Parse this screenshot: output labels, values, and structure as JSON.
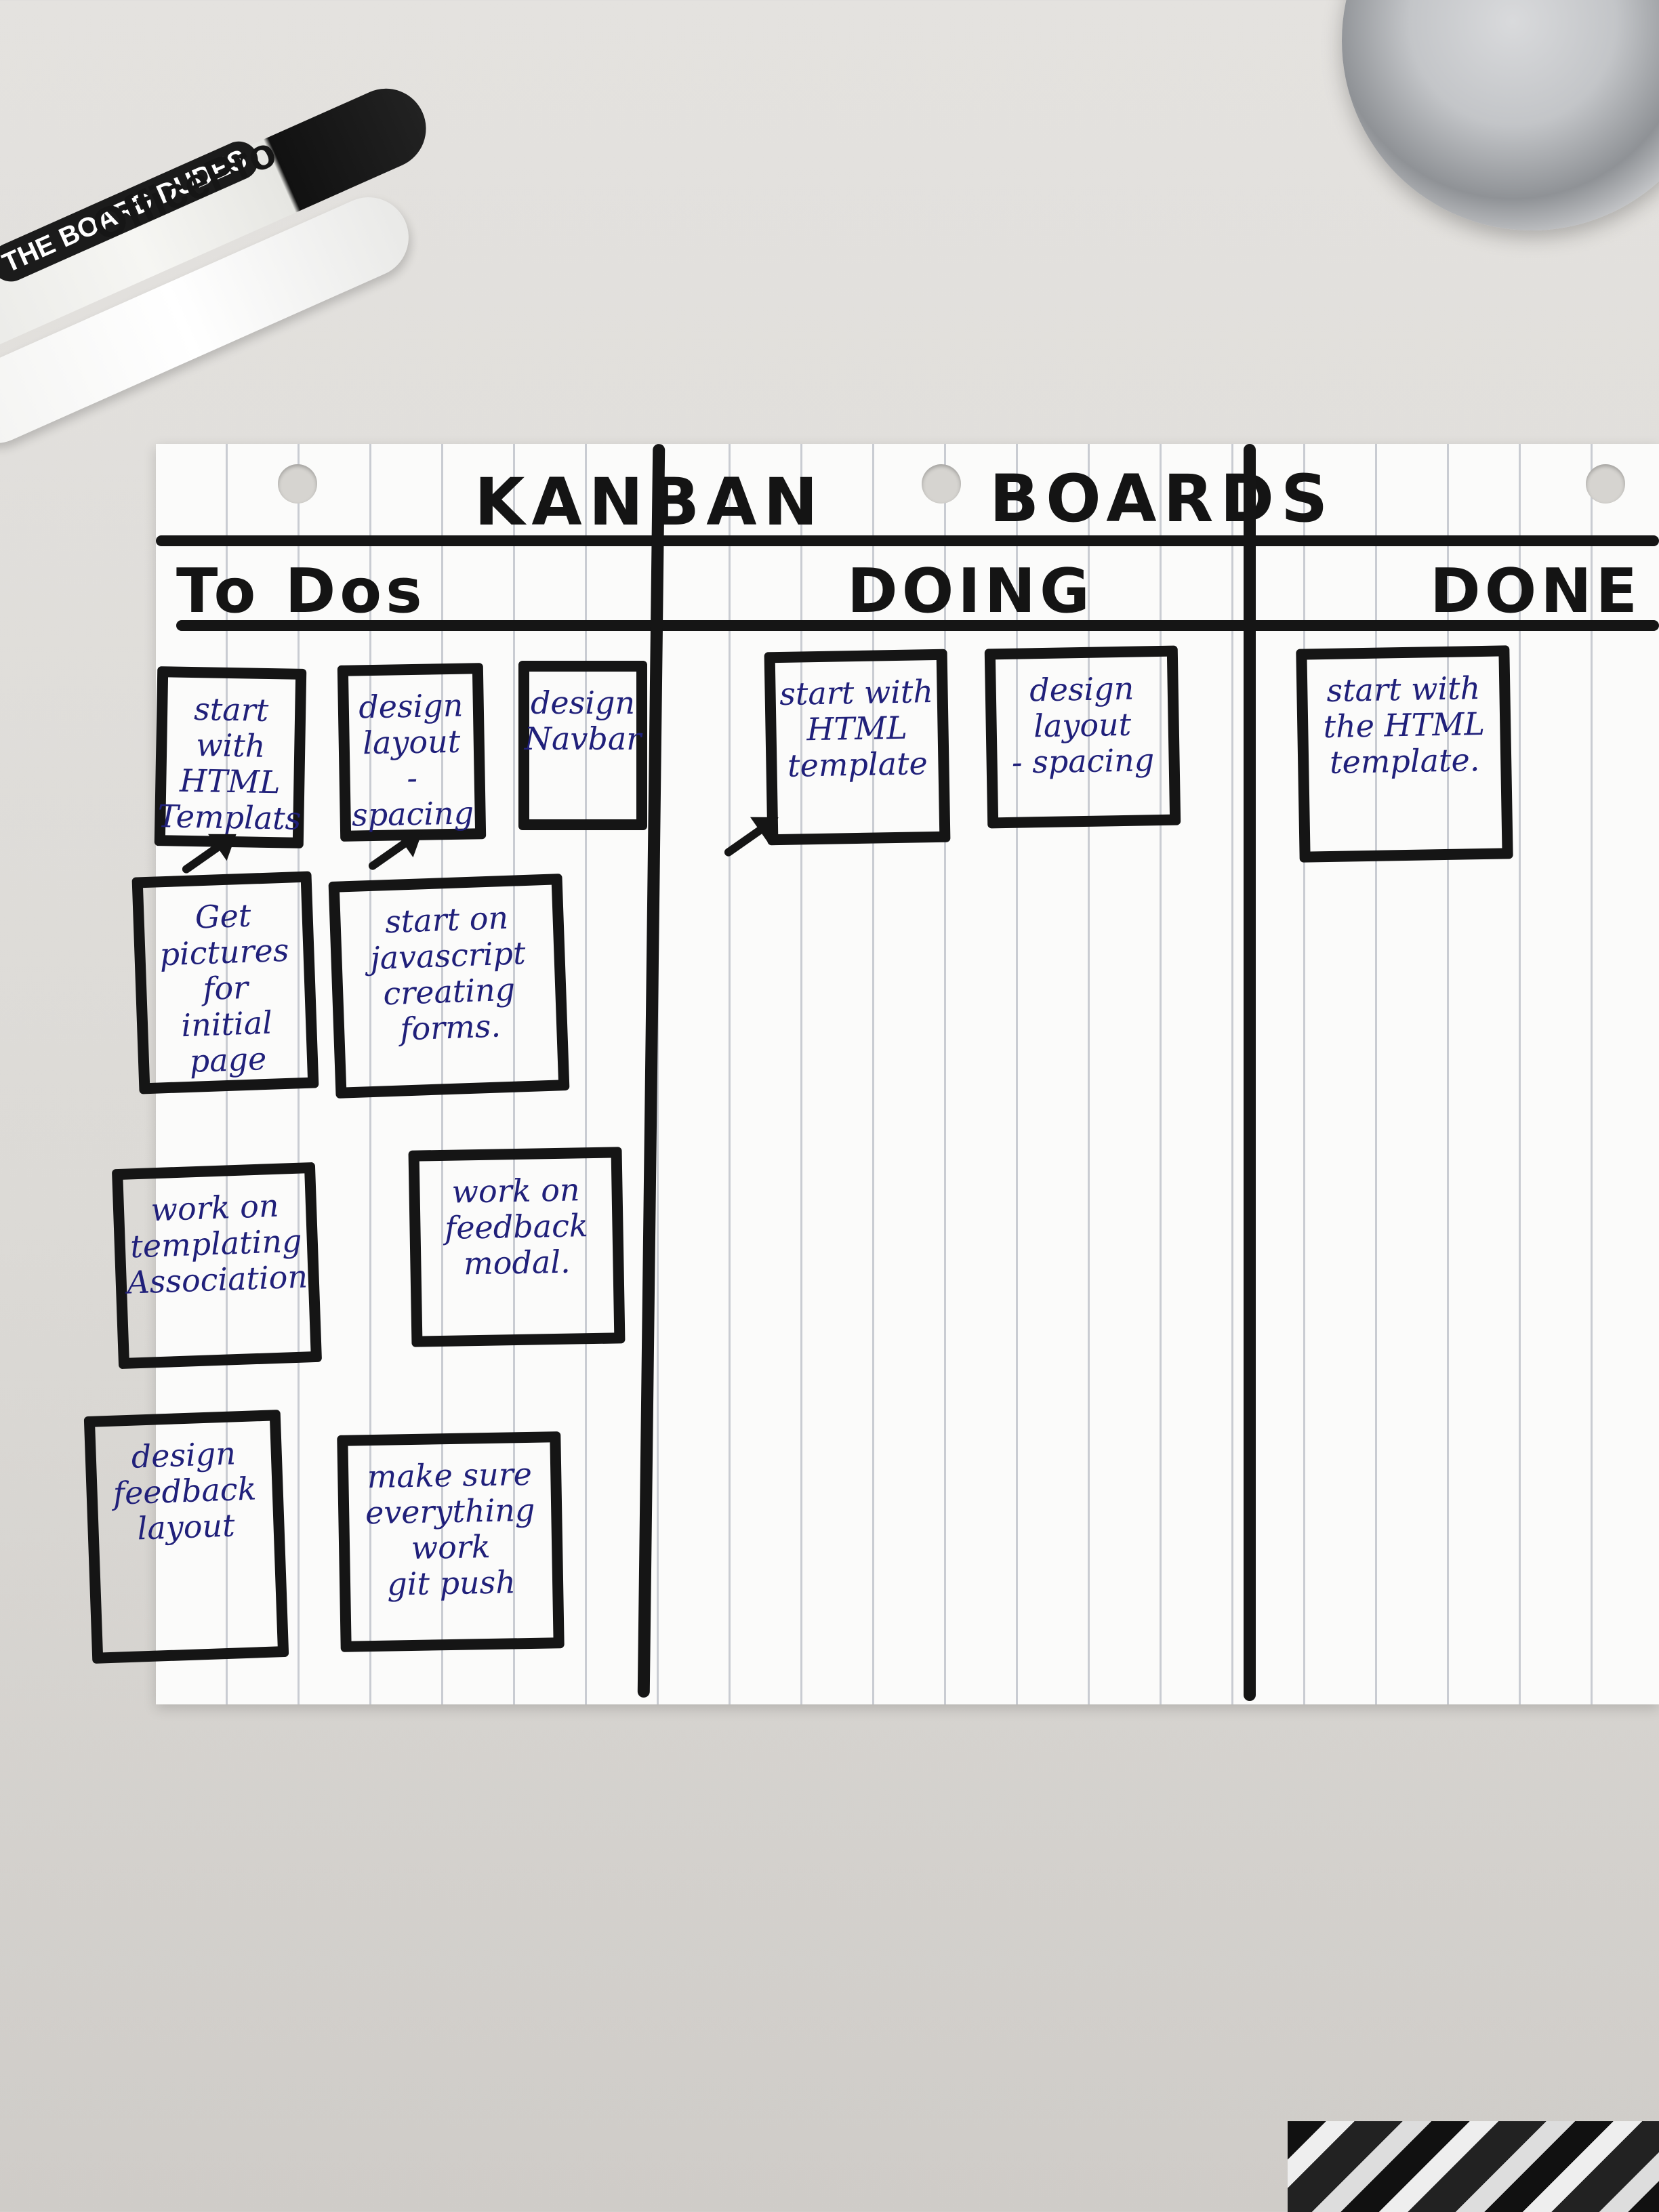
{
  "props": {
    "marker_label": "OfficePro",
    "marker_brand": "THE BOARD DUDES"
  },
  "board": {
    "title_left": "KANBAN",
    "title_right": "BOARDS",
    "columns": [
      {
        "header": "To Dos"
      },
      {
        "header": "DOING"
      },
      {
        "header": "DONE"
      }
    ],
    "cards": [
      {
        "text": "start with\nHTML\nTemplats"
      },
      {
        "text": "design\nlayout\n-spacing"
      },
      {
        "text": "design\nNavbar"
      },
      {
        "text": "Get\npictures\nfor\ninitial\npage"
      },
      {
        "text": "start on\njavascript\ncreating\nforms."
      },
      {
        "text": "work on\ntemplating\nAssociation"
      },
      {
        "text": "work on\nfeedback\nmodal."
      },
      {
        "text": "design\nfeedback\nlayout"
      },
      {
        "text": "make sure\neverything\nwork\ngit push"
      },
      {
        "text": "start with\nHTML\ntemplate"
      },
      {
        "text": "design\nlayout\n- spacing"
      },
      {
        "text": "start with\nthe HTML\ntemplate."
      }
    ]
  }
}
